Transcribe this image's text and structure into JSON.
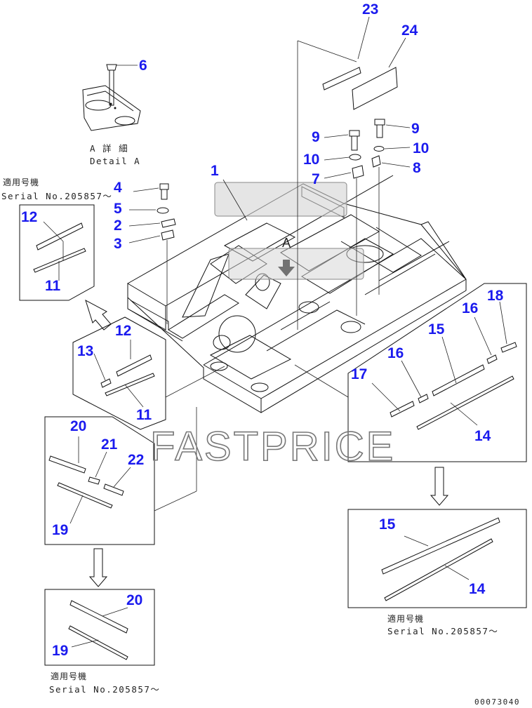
{
  "callouts": {
    "n1": "1",
    "n2": "2",
    "n3": "3",
    "n4": "4",
    "n5": "5",
    "n6": "6",
    "n7": "7",
    "n8": "8",
    "n9a": "9",
    "n9b": "9",
    "n10a": "10",
    "n10b": "10",
    "n11a": "11",
    "n11b": "11",
    "n12a": "12",
    "n12b": "12",
    "n13": "13",
    "n14a": "14",
    "n14b": "14",
    "n15a": "15",
    "n15b": "15",
    "n16a": "16",
    "n16b": "16",
    "n17": "17",
    "n18": "18",
    "n19a": "19",
    "n19b": "19",
    "n20a": "20",
    "n20b": "20",
    "n21": "21",
    "n22": "22",
    "n23": "23",
    "n24": "24"
  },
  "detail_a": {
    "jp": "A 詳 細",
    "en": "Detail A"
  },
  "serial_label_jp": "適用号機",
  "serial_text": "Serial No.205857〜",
  "view_marker": "A",
  "watermark": "FASTPRICE",
  "drawing_code": "00073040",
  "colors": {
    "callout": "#1a1aee",
    "line": "#111111",
    "watermark": "#777777"
  }
}
